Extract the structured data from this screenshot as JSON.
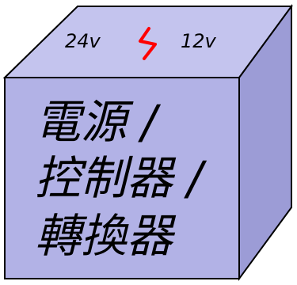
{
  "cube": {
    "colors": {
      "front": "#b2b2e6",
      "top": "#c4c4ee",
      "side": "#9c9cd6",
      "edge": "#000000",
      "bolt": "#ff0000"
    },
    "top": {
      "left_label": "24v",
      "bolt_icon": "lightning-bolt-icon",
      "right_label": "12v"
    },
    "front": {
      "lines": [
        "電源 /",
        "控制器 /",
        "轉換器"
      ]
    }
  }
}
